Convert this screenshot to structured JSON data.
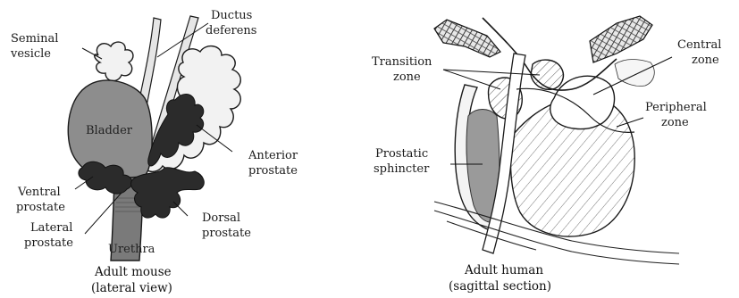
{
  "mouse": {
    "labels": {
      "seminal_vesicle_1": "Seminal",
      "seminal_vesicle_2": "vesicle",
      "ductus_deferens_1": "Ductus",
      "ductus_deferens_2": "deferens",
      "bladder": "Bladder",
      "anterior_prostate_1": "Anterior",
      "anterior_prostate_2": "prostate",
      "ventral_prostate_1": "Ventral",
      "ventral_prostate_2": "prostate",
      "lateral_prostate_1": "Lateral",
      "lateral_prostate_2": "prostate",
      "dorsal_prostate_1": "Dorsal",
      "dorsal_prostate_2": "prostate",
      "urethra": "Urethra"
    },
    "caption_1": "Adult mouse",
    "caption_2": "(lateral view)"
  },
  "human": {
    "labels": {
      "transition_zone_1": "Transition",
      "transition_zone_2": "zone",
      "central_zone_1": "Central",
      "central_zone_2": "zone",
      "peripheral_zone_1": "Peripheral",
      "peripheral_zone_2": "zone",
      "prostatic_sphincter_1": "Prostatic",
      "prostatic_sphincter_2": "sphincter"
    },
    "caption_1": "Adult human",
    "caption_2": "(sagittal section)"
  },
  "colors": {
    "bladder": "#8d8d8d",
    "urethra": "#7a7a7a",
    "dark_prostate": "#2b2b2b",
    "vesicle_fill": "#f2f2f2",
    "sphincter": "#9a9a9a"
  }
}
